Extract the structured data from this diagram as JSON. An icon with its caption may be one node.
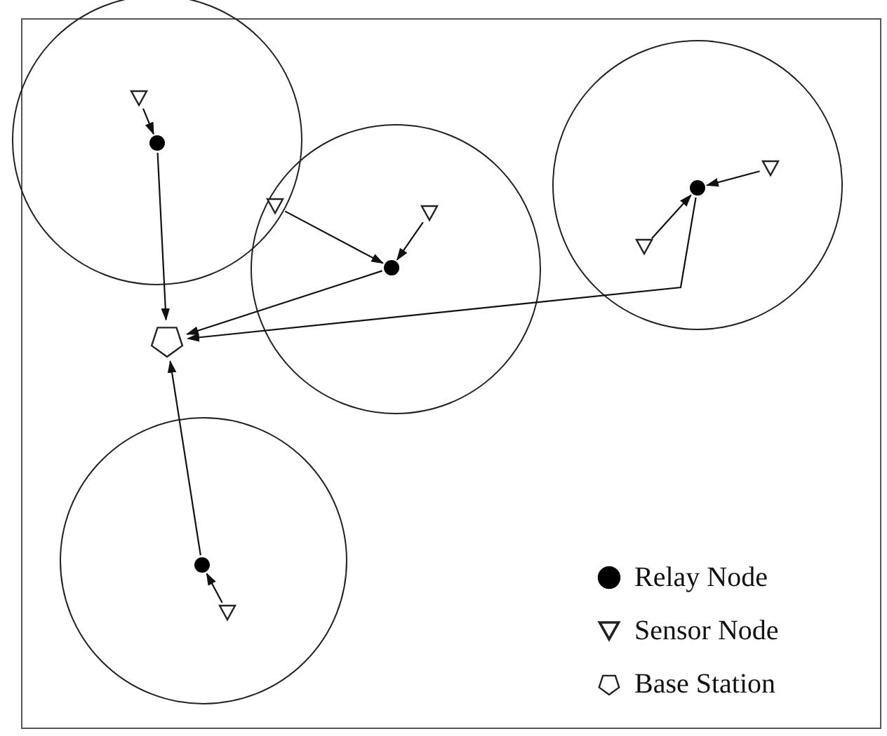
{
  "diagram": {
    "nodes": [
      {
        "text": [],
        "shape": "triangle"
      },
      {
        "text": [],
        "shape": "circle"
      },
      {
        "text": [],
        "shape": "triangle"
      },
      {
        "text": [],
        "shape": "triangle"
      },
      {
        "text": [],
        "shape": "circle"
      },
      {
        "text": [],
        "shape": "circle"
      },
      {
        "text": [],
        "shape": "triangle"
      },
      {
        "text": [],
        "shape": "triangle"
      },
      {
        "text": [],
        "shape": "pentagon"
      },
      {
        "text": [],
        "shape": "circle"
      },
      {
        "text": [],
        "shape": "triangle"
      }
    ],
    "edges": [
      {
        "from": 0,
        "to": 1,
        "arrow": "to"
      },
      {
        "from": 1,
        "to": 8,
        "arrow": "to"
      },
      {
        "from": 2,
        "to": 4,
        "arrow": "to"
      },
      {
        "from": 3,
        "to": 4,
        "arrow": "to"
      },
      {
        "from": 4,
        "to": 8,
        "arrow": "to"
      },
      {
        "from": 6,
        "to": 5,
        "arrow": "to"
      },
      {
        "from": 7,
        "to": 5,
        "arrow": "to"
      },
      {
        "from": 5,
        "to": 8,
        "arrow": "to"
      },
      {
        "from": 9,
        "to": 8,
        "arrow": "to"
      },
      {
        "from": 10,
        "to": 9,
        "arrow": "to"
      }
    ],
    "legend": [
      {
        "text": "Relay Node"
      },
      {
        "text": "Sensor Node"
      },
      {
        "text": "Base Station"
      }
    ]
  }
}
